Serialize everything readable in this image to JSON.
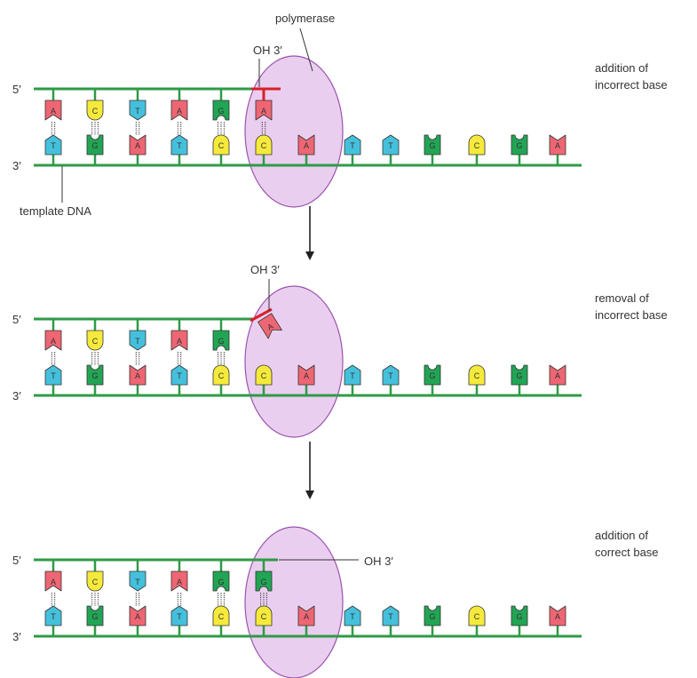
{
  "colors": {
    "backbone": "#2e9b46",
    "A": "#ee6673",
    "T": "#45c0dc",
    "G": "#22a455",
    "C": "#f5ea3b",
    "outline": "#333333",
    "polymerase_fill": "#e6c6ec",
    "polymerase_stroke": "#9b53ae",
    "bond": "#d8202a"
  },
  "labels": {
    "polymerase": "polymerase",
    "oh3": "OH 3′",
    "five_prime": "5′",
    "three_prime": "3′",
    "template_dna": "template DNA"
  },
  "panels": [
    {
      "caption": [
        "addition of",
        "incorrect base"
      ],
      "template_bases": [
        "T",
        "G",
        "A",
        "T",
        "C",
        "C",
        "A",
        "T",
        "T",
        "G",
        "C",
        "G",
        "A"
      ],
      "new_strand_bases": [
        "A",
        "C",
        "T",
        "A",
        "G",
        "A"
      ],
      "state": "incorrect_added"
    },
    {
      "caption": [
        "removal of",
        "incorrect base"
      ],
      "template_bases": [
        "T",
        "G",
        "A",
        "T",
        "C",
        "C",
        "A",
        "T",
        "T",
        "G",
        "C",
        "G",
        "A"
      ],
      "new_strand_bases": [
        "A",
        "C",
        "T",
        "A",
        "G"
      ],
      "removed_base": "A",
      "state": "incorrect_removed"
    },
    {
      "caption": [
        "addition of",
        "correct base"
      ],
      "template_bases": [
        "T",
        "G",
        "A",
        "T",
        "C",
        "C",
        "A",
        "T",
        "T",
        "G",
        "C",
        "G",
        "A"
      ],
      "new_strand_bases": [
        "A",
        "C",
        "T",
        "A",
        "G",
        "G"
      ],
      "state": "correct_added"
    }
  ],
  "icons": [
    "down-arrow-icon",
    "polymerase-ellipse-icon"
  ]
}
